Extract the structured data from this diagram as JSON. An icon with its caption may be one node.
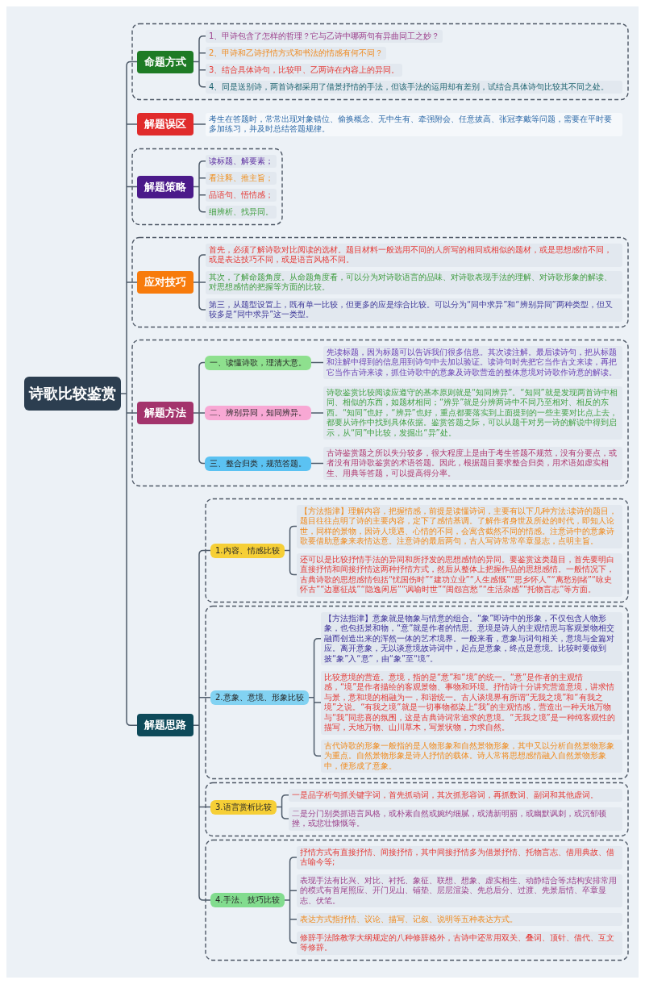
{
  "diagram": {
    "nodes": [
      {
        "text": [
          "诗歌比较鉴赏"
        ]
      },
      {
        "text": [
          "命题方式"
        ]
      },
      {
        "text": [
          "1、甲诗包含了怎样的哲理？它与乙诗中哪两句有异曲同工之妙？"
        ]
      },
      {
        "text": [
          "2、甲诗和乙诗抒情方式和书法的情感有何不同？"
        ]
      },
      {
        "text": [
          "3、结合具体诗句，比较甲、乙两诗在内容上的异同。"
        ]
      },
      {
        "text": [
          "4、同是送别诗，两首诗都采用了借景抒情的手法，但该手法的运用却有差别，试结合具体诗句比较其不同之处。"
        ]
      },
      {
        "text": [
          "解题误区"
        ]
      },
      {
        "text": [
          "考生在答题时，常常出现对象错位、偷换概念、无中生有、牵强附会、任意拔高、张冠李戴等问题，需要在平时要多加练习，并及时总结答题规律。"
        ]
      },
      {
        "text": [
          "解题策略"
        ]
      },
      {
        "text": [
          "读标题、解要素；"
        ]
      },
      {
        "text": [
          "看注释、推主旨；"
        ]
      },
      {
        "text": [
          "品语句、悟情感；"
        ]
      },
      {
        "text": [
          "细辨析、找异同。"
        ]
      },
      {
        "text": [
          "应对技巧"
        ]
      },
      {
        "text": [
          "首先，必须了解诗歌对比阅读的选材。题目材料一般选用不同的人所写的相同或相似的题材，或是思想感情不同，或是表达技巧不同，或是语言风格不同。"
        ]
      },
      {
        "text": [
          "其次，了解命题角度。从命题角度看，可以分为对诗歌语言的品味、对诗歌表现手法的理解、对诗歌形象的解读、对思想感情的把握等方面的比较。"
        ]
      },
      {
        "text": [
          "第三，从题型设置上，既有单一比较，但更多的应是综合比较。可以分为“同中求异”和“辨别异同”两种类型，但又较多是“同中求异”这一类型。"
        ]
      },
      {
        "text": [
          "解题方法"
        ]
      },
      {
        "text": [
          "一、读懂诗歌，理清大意。"
        ]
      },
      {
        "text": [
          "先读标题，因为标题可以告诉我们很多信息。其次读注解。最后读诗句，把从标题和注解中得到的信息用到诗句中去加以验证。读诗句时先把它当作古文来读，再把它当作古诗来读，抓住诗歌中的意象及诗歌营造的整体意境对诗歌作诗意的解读。"
        ]
      },
      {
        "text": [
          "二、辨别异同，知同辨异。"
        ]
      },
      {
        "text": [
          "诗歌鉴赏比较阅读应遵守的基本原则就是“知同辨异”。“知同”就是发现两首诗中相同、相似的东西，如题材相同；“辨异”就是分辨两诗中不同乃至相对、相反的东西。“知同”也好，“辨异”也好，重点都要落实到上面提到的一些主要对比点上去，都要从诗作中找到具体依据。鉴赏答题之际，可以从题干对另一诗的解说中得到启示，从“同”中比较，发掘出“异”处。"
        ]
      },
      {
        "text": [
          "三、整合归类，规范答题。"
        ]
      },
      {
        "text": [
          "古诗鉴赏题之所以失分较多，很大程度上是由于考生答题不规范，没有分要点，或者没有用诗歌鉴赏的术语答题。因此，根据题目要求整合归类，用术语如虚实相生、用典等答题，可以提高得分率。"
        ]
      },
      {
        "text": [
          "解题思路"
        ]
      },
      {
        "text": [
          "1.内容、情感比较"
        ]
      },
      {
        "text": [
          "【方法指津】理解内容，把握情感，前提是读懂诗词，主要有以下几种方法:读诗的题目，题目往往点明了诗的主要内容，定下了感情基调。了解作者身世及所处的时代，即知人论世，同样的景物，因诗人境遇、心情的不同，会寓含截然不同的情感。注意诗中的意象诗歌要借助意象来表情达意。注意诗的最后两句，古人写诗常常卒章显志，点明主旨。"
        ]
      },
      {
        "text": [
          "还可以是比较抒情手法的异同和所抒发的思想感情的异同。要鉴赏这类题目，首先要明白直接抒情和间接抒情这两种抒情方式，然后从整体上把握作品的思想感情。一般情况下，古典诗歌的思想感情包括“忧国伤时”“建功立业”“人生感慨”“思乡怀人”“离愁别绪”“咏史怀古”“边塞征战”“隐逸闲居”“讽喻时世”“闺怨宫愁”“生活杂感”“托物言志”等方面。"
        ]
      },
      {
        "text": [
          "2.意象、意境、形象比较"
        ]
      },
      {
        "text": [
          "【方法指津】意象就是物象与情意的组合。“象”即诗中的形象，不仅包含人物形象，也包括景和物，“意”就是作者的情思。意境是诗人的主观情思与客观景物相交融而创造出来的浑然一体的艺术境界。一般来看，意象与词句相关，意境与全篇对应。离开意象，无以谈意境故诗词中，起点是意象，终点是意境。比较时要做到披“象”入“意”，由“象”至“境”。"
        ]
      },
      {
        "text": [
          "比较意境的营造。意境，指的是“意”和“境”的统一。“意”是作者的主观情感，“境”是作者描绘的客观景物、事物和环境。抒情诗十分讲究营造意境，讲求情与景，意和境的相融为一，和谐统一。古人谈境界有所谓“无我之境”和“有我之境”之说。“有我之境”就是一切事物都染上“我”的主观情感，营造出一种天地万物与“我”同悲喜的氛围，这是古典诗词常追求的意境。“无我之境”是一种纯客观性的描写，天地万物、山川草木，写景状物，力求自然。"
        ]
      },
      {
        "text": [
          "古代诗歌的形象一般指的是人物形象和自然景物形象，其中又以分析自然景物形象为重点。自然景物形象是诗人抒情的载体。诗人常将思想感情融入自然景物形象中，便形成了意象。"
        ]
      },
      {
        "text": [
          "3.语言赏析比较"
        ]
      },
      {
        "text": [
          "一是品字析句抓关键字词，首先抓动词，其次抓形容词，再抓数词、副词和其他虚词。"
        ]
      },
      {
        "text": [
          "二是分门别类抓语言风格，或朴素自然或婉约细腻，或清新明丽，或幽默讽刺，或沉郁顿挫，或悲壮慷慨等。"
        ]
      },
      {
        "text": [
          "4.手法、技巧比较"
        ]
      },
      {
        "text": [
          "抒情方式有直接抒情、间接抒情，其中间接抒情多为借景抒情、托物言志、借用典故、借古喻今等;"
        ]
      },
      {
        "text": [
          "表现手法有比兴、对比、衬托、象征、联想、想象、虚实相生、动静结合等;结构安排常用的模式有首尾照应、开门见山、铺垫、层层渲染、先总后分、过渡、先景后情、卒章显志、伏笔。"
        ]
      },
      {
        "text": [
          "表达方式指抒情、议论、描写、记叙、说明等五种表达方式。"
        ]
      },
      {
        "text": [
          "修辞手法除教学大纲规定的八种修辞格外，古诗中还常用双关、叠词、顶针、借代、互文等修辞。"
        ]
      }
    ],
    "edges": [
      {
        "from": 0,
        "to": 1,
        "arrow": "none"
      },
      {
        "from": 0,
        "to": 6,
        "arrow": "none"
      },
      {
        "from": 0,
        "to": 8,
        "arrow": "none"
      },
      {
        "from": 0,
        "to": 13,
        "arrow": "none"
      },
      {
        "from": 0,
        "to": 17,
        "arrow": "none"
      },
      {
        "from": 0,
        "to": 24,
        "arrow": "none"
      },
      {
        "from": 1,
        "to": 2,
        "arrow": "none"
      },
      {
        "from": 1,
        "to": 3,
        "arrow": "none"
      },
      {
        "from": 1,
        "to": 4,
        "arrow": "none"
      },
      {
        "from": 1,
        "to": 5,
        "arrow": "none"
      },
      {
        "from": 6,
        "to": 7,
        "arrow": "none"
      },
      {
        "from": 8,
        "to": 9,
        "arrow": "none"
      },
      {
        "from": 8,
        "to": 10,
        "arrow": "none"
      },
      {
        "from": 8,
        "to": 11,
        "arrow": "none"
      },
      {
        "from": 8,
        "to": 12,
        "arrow": "none"
      },
      {
        "from": 13,
        "to": 14,
        "arrow": "none"
      },
      {
        "from": 13,
        "to": 15,
        "arrow": "none"
      },
      {
        "from": 13,
        "to": 16,
        "arrow": "none"
      },
      {
        "from": 17,
        "to": 18,
        "arrow": "none"
      },
      {
        "from": 17,
        "to": 20,
        "arrow": "none"
      },
      {
        "from": 17,
        "to": 22,
        "arrow": "none"
      },
      {
        "from": 18,
        "to": 19,
        "arrow": "none"
      },
      {
        "from": 20,
        "to": 21,
        "arrow": "none"
      },
      {
        "from": 22,
        "to": 23,
        "arrow": "none"
      },
      {
        "from": 24,
        "to": 25,
        "arrow": "none"
      },
      {
        "from": 24,
        "to": 28,
        "arrow": "none"
      },
      {
        "from": 24,
        "to": 32,
        "arrow": "none"
      },
      {
        "from": 24,
        "to": 35,
        "arrow": "none"
      },
      {
        "from": 25,
        "to": 26,
        "arrow": "none"
      },
      {
        "from": 25,
        "to": 27,
        "arrow": "none"
      },
      {
        "from": 28,
        "to": 29,
        "arrow": "none"
      },
      {
        "from": 28,
        "to": 30,
        "arrow": "none"
      },
      {
        "from": 28,
        "to": 31,
        "arrow": "none"
      },
      {
        "from": 32,
        "to": 33,
        "arrow": "none"
      },
      {
        "from": 32,
        "to": 34,
        "arrow": "none"
      },
      {
        "from": 35,
        "to": 36,
        "arrow": "none"
      },
      {
        "from": 35,
        "to": 37,
        "arrow": "none"
      },
      {
        "from": 35,
        "to": 38,
        "arrow": "none"
      },
      {
        "from": 35,
        "to": 39,
        "arrow": "none"
      }
    ]
  }
}
